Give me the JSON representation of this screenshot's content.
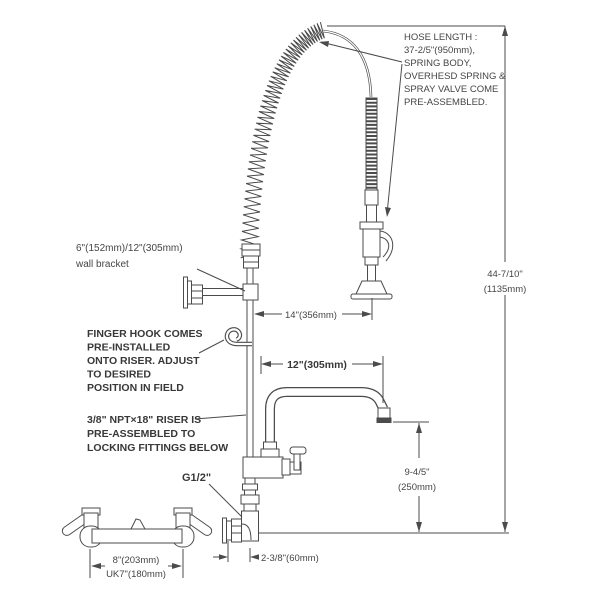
{
  "colors": {
    "line": "#4b4b4b",
    "text": "#454545"
  },
  "notes": {
    "hose": {
      "lines": [
        "HOSE LENGTH :",
        "37-2/5\"(950mm),",
        "SPRING BODY,",
        "OVERHESD SPRING &",
        "SPRAY VALVE COME",
        "PRE-ASSEMBLED."
      ]
    },
    "wall_bracket": {
      "lines": [
        "6\"(152mm)/12\"(305mm)",
        "wall bracket"
      ]
    },
    "finger_hook": {
      "lines": [
        "FINGER HOOK COMES",
        "PRE-INSTALLED",
        "ONTO RISER. ADJUST",
        "TO DESIRED",
        "POSITION IN FIELD"
      ]
    },
    "riser": {
      "lines": [
        "3/8\" NPT×18\" RISER IS",
        "PRE-ASSEMBLED TO",
        "LOCKING FITTINGS BELOW"
      ]
    },
    "inlet": {
      "label": "G1/2\""
    }
  },
  "dimensions": {
    "riser_to_spray": "14\"(356mm)",
    "spout_length": "12\"(305mm)",
    "spout_height_1": "9-4/5\"",
    "spout_height_2": "(250mm)",
    "overall_height_1": "44-7/10\"",
    "overall_height_2": "(1135mm)",
    "wall_offset": "2-3/8\"(60mm)",
    "faucet_centers_1": "8\"(203mm)",
    "faucet_centers_2": "UK7\"(180mm)"
  }
}
